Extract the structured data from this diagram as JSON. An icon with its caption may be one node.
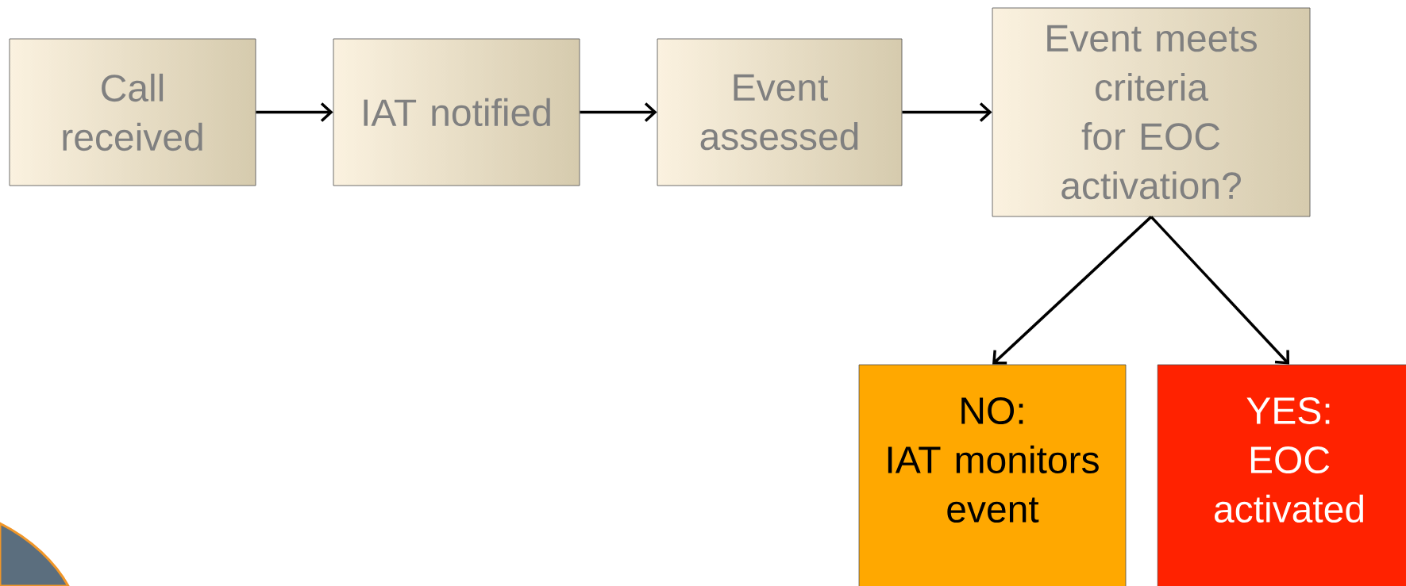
{
  "diagram": {
    "nodes": [
      {
        "text": [
          "Call received"
        ]
      },
      {
        "text": [
          "IAT notified"
        ]
      },
      {
        "text": [
          "Event assessed"
        ]
      },
      {
        "text": [
          "Event meets criteria for EOC activation?"
        ]
      },
      {
        "text": [
          "NO:",
          "IAT monitors event"
        ]
      },
      {
        "text": [
          "YES:",
          "EOC activated"
        ]
      }
    ],
    "edges": [
      {
        "from": 0,
        "to": 1,
        "arrow": "to"
      },
      {
        "from": 1,
        "to": 2,
        "arrow": "to"
      },
      {
        "from": 2,
        "to": 3,
        "arrow": "to"
      },
      {
        "from": 3,
        "to": 4,
        "arrow": "to"
      },
      {
        "from": 3,
        "to": 5,
        "arrow": "to"
      }
    ]
  }
}
